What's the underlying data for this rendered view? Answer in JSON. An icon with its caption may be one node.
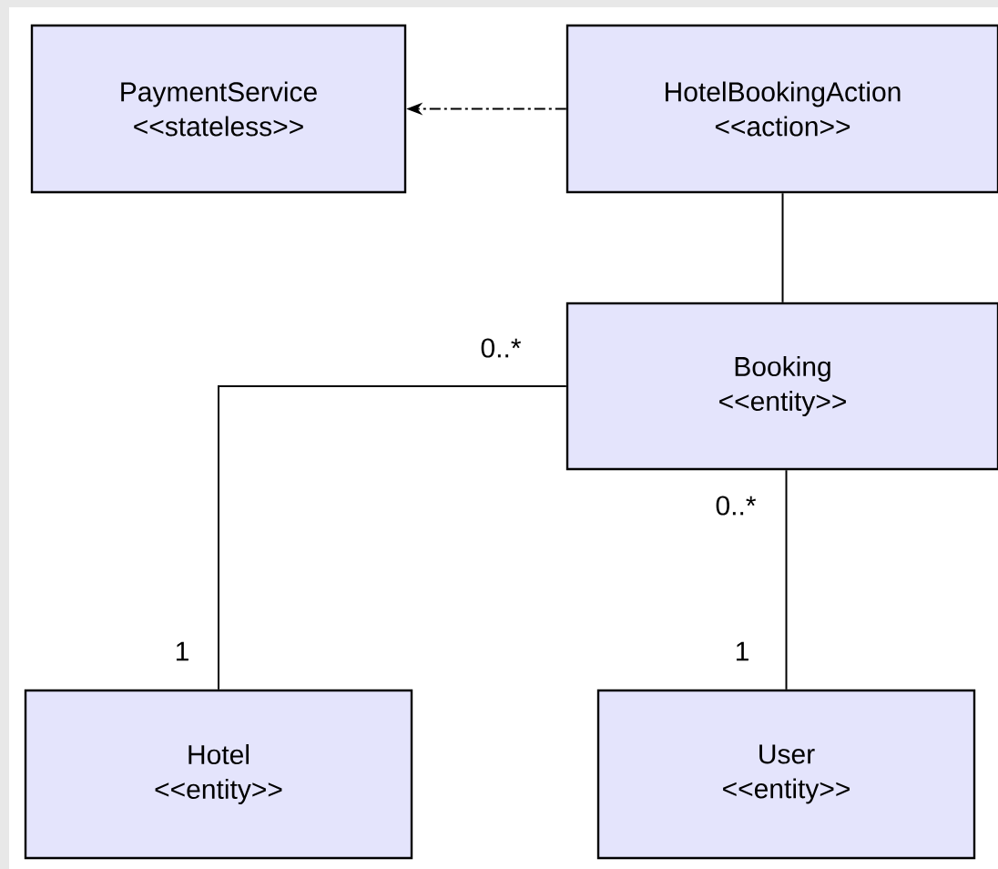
{
  "diagram": {
    "nodes": [
      {
        "text": [
          "PaymentService",
          "<<stateless>>"
        ]
      },
      {
        "text": [
          "HotelBookingAction",
          "<<action>>"
        ]
      },
      {
        "text": [
          "Booking",
          "<<entity>>"
        ]
      },
      {
        "text": [
          "Hotel",
          "<<entity>>"
        ]
      },
      {
        "text": [
          "User",
          "<<entity>>"
        ]
      }
    ],
    "edges": [
      {
        "from": 1,
        "to": 0,
        "arrow": "to",
        "style": "dashed"
      },
      {
        "from": 1,
        "to": 2,
        "arrow": "none"
      },
      {
        "from": 2,
        "to": 3,
        "arrow": "none"
      },
      {
        "from": 2,
        "to": 4,
        "arrow": "none"
      }
    ],
    "labels": [
      "0..*",
      "0..*",
      "1",
      "1"
    ]
  }
}
